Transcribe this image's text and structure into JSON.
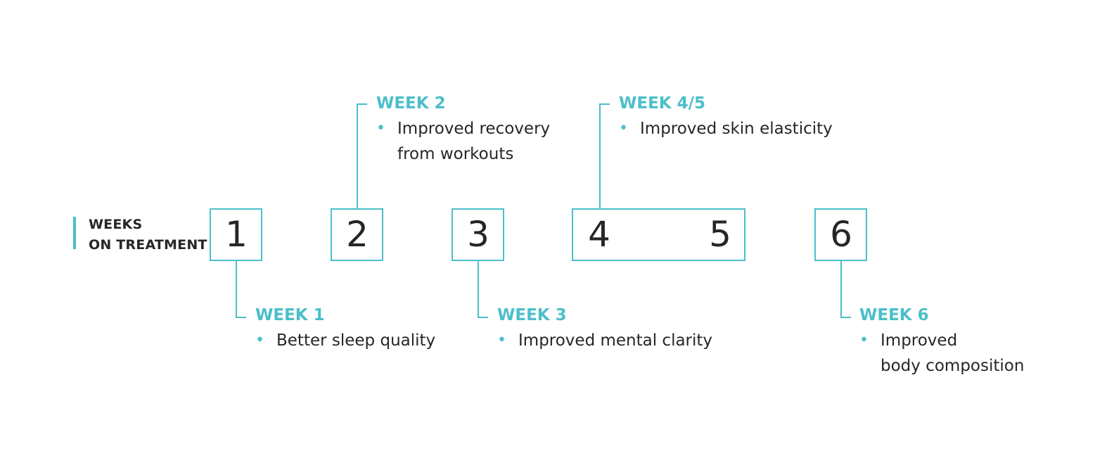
{
  "axis_label": {
    "line1": "WEEKS",
    "line2": "ON TREATMENT"
  },
  "weeks": [
    "1",
    "2",
    "3",
    "4",
    "5",
    "6"
  ],
  "callouts": {
    "week1": {
      "title": "WEEK 1",
      "line1": "Better sleep quality",
      "line2": ""
    },
    "week2": {
      "title": "WEEK 2",
      "line1": "Improved recovery",
      "line2": "from workouts"
    },
    "week3": {
      "title": "WEEK 3",
      "line1": "Improved mental clarity",
      "line2": ""
    },
    "week45": {
      "title": "WEEK 4/5",
      "line1": "Improved skin elasticity",
      "line2": ""
    },
    "week6": {
      "title": "WEEK 6",
      "line1": "Improved",
      "line2": "body composition"
    }
  },
  "bullet": "•",
  "colors": {
    "accent": "#4bbfca",
    "text": "#262626",
    "background": "#ffffff"
  }
}
